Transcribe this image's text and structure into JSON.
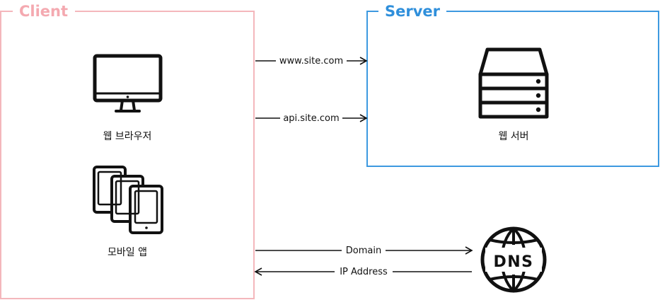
{
  "colors": {
    "client": "#F4B7BC",
    "client_title": "#F4A9B0",
    "server": "#3D99E0",
    "server_title": "#2F8FDB",
    "line": "#111111"
  },
  "client": {
    "title": "Client"
  },
  "server": {
    "title": "Server"
  },
  "nodes": {
    "web_browser": {
      "label": "웹 브라우저",
      "icon": "desktop-monitor-icon"
    },
    "mobile_app": {
      "label": "모바일 앱",
      "icon": "mobile-devices-icon"
    },
    "web_server": {
      "label": "웹 서버",
      "icon": "server-rack-icon"
    },
    "dns": {
      "label": "DNS",
      "icon": "dns-globe-icon"
    }
  },
  "connections": {
    "www": "www.site.com",
    "api": "api.site.com",
    "domain": "Domain",
    "ip": "IP Address"
  }
}
